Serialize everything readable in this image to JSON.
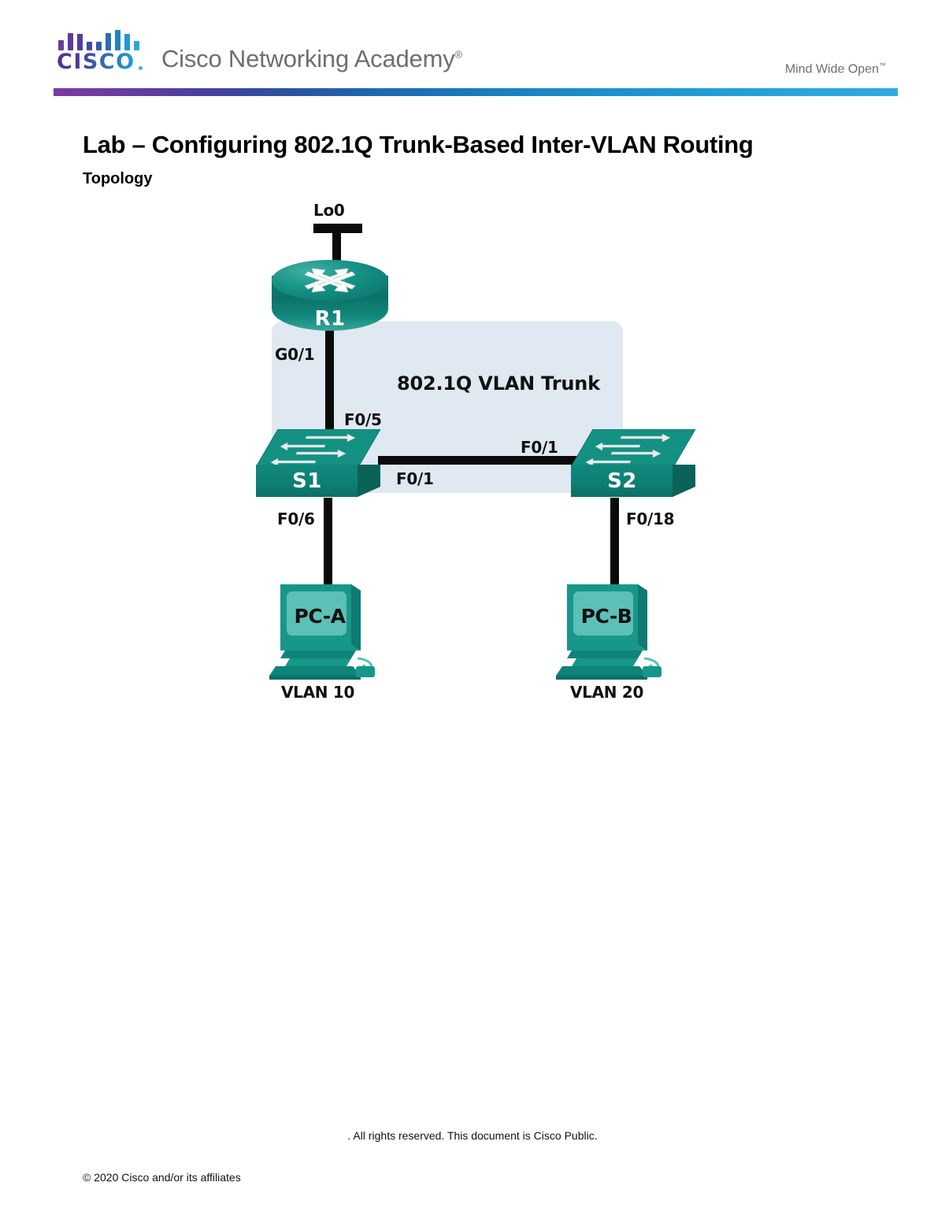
{
  "header": {
    "brand": "CISCO",
    "academy_title": "Cisco Networking Academy",
    "academy_reg": "®",
    "tagline": "Mind Wide Open",
    "tagline_tm": "™",
    "logo_bars": [
      {
        "height": 13,
        "color": "#6b3a9e"
      },
      {
        "height": 22,
        "color": "#5e3aa0"
      },
      {
        "height": 21,
        "color": "#4e3ea2"
      },
      {
        "height": 11,
        "color": "#3f4aa6"
      },
      {
        "height": 11,
        "color": "#3359ac"
      },
      {
        "height": 22,
        "color": "#2a6cb5"
      },
      {
        "height": 26,
        "color": "#2183c4"
      },
      {
        "height": 21,
        "color": "#2397d2"
      },
      {
        "height": 12,
        "color": "#2ba7dc"
      }
    ],
    "gradient_start": "#7b3b9e",
    "gradient_end": "#2fabdf"
  },
  "document": {
    "title": "Lab – Configuring 802.1Q Trunk-Based Inter-VLAN Routing",
    "section_heading": "Topology"
  },
  "topology": {
    "trunk_caption": "802.1Q  VLAN Trunk",
    "trunk_region_color": "#e0e8f2",
    "device_color": "#0e8074",
    "devices": {
      "router": {
        "name": "R1",
        "type": "router"
      },
      "switch1": {
        "name": "S1",
        "type": "switch"
      },
      "switch2": {
        "name": "S2",
        "type": "switch"
      },
      "pc_a": {
        "name": "PC-A",
        "type": "pc"
      },
      "pc_b": {
        "name": "PC-B",
        "type": "pc"
      }
    },
    "interface_labels": {
      "lo0": "Lo0",
      "r1_g01": "G0/1",
      "s1_f05": "F0/5",
      "s1_f01": "F0/1",
      "s2_f01": "F0/1",
      "s1_f06": "F0/6",
      "s2_f018": "F0/18"
    },
    "vlan_labels": {
      "pc_a_vlan": "VLAN 10",
      "pc_b_vlan": "VLAN 20"
    }
  },
  "footer": {
    "line1": ". All rights reserved. This document is Cisco Public.",
    "line2": "© 2020 Cisco and/or its affiliates"
  }
}
